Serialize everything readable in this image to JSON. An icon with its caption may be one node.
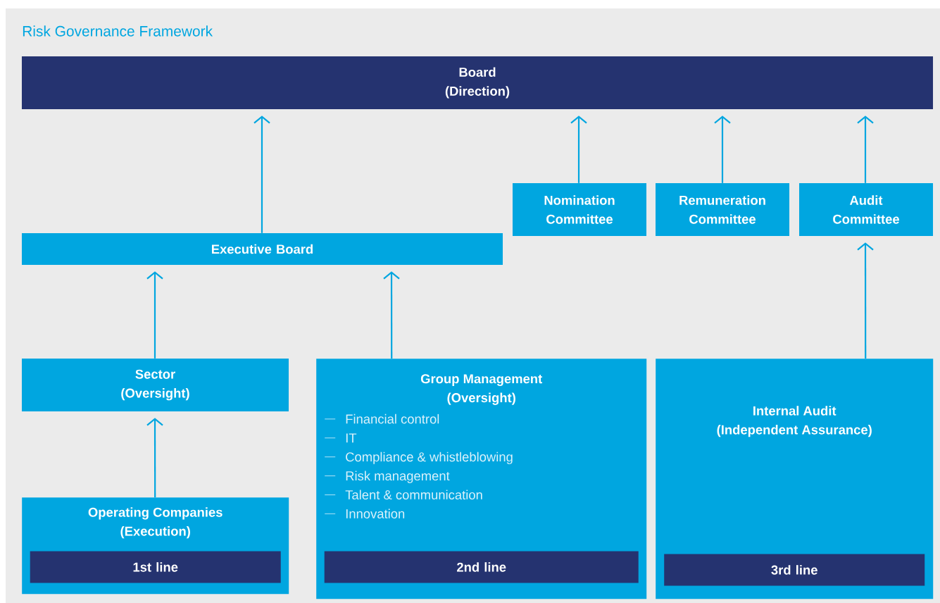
{
  "diagram": {
    "title": "Risk Governance Framework",
    "nodes": [
      {
        "text": [
          "Board (Direction)"
        ]
      },
      {
        "text": [
          "Nomination Committee"
        ]
      },
      {
        "text": [
          "Remuneration Committee"
        ]
      },
      {
        "text": [
          "Audit Committee"
        ]
      },
      {
        "text": [
          "Executive Board"
        ]
      },
      {
        "text": [
          "Sector (Oversight)"
        ]
      },
      {
        "text": [
          "Group Management (Oversight)",
          "Financial control",
          "IT",
          "Compliance & whistleblowing",
          "Risk management",
          "Talent & communication",
          "Innovation"
        ]
      },
      {
        "text": [
          "2nd line"
        ],
        "in": 6
      },
      {
        "text": [
          "Internal Audit (Independent Assurance)"
        ]
      },
      {
        "text": [
          "3rd line"
        ],
        "in": 8
      },
      {
        "text": [
          "Operating Companies (Execution)"
        ]
      },
      {
        "text": [
          "1st line"
        ],
        "in": 10
      }
    ],
    "edges": [
      {
        "from": 4,
        "to": 0,
        "arrow": "to"
      },
      {
        "from": 1,
        "to": 0,
        "arrow": "to"
      },
      {
        "from": 2,
        "to": 0,
        "arrow": "to"
      },
      {
        "from": 3,
        "to": 0,
        "arrow": "to"
      },
      {
        "from": 5,
        "to": 4,
        "arrow": "to"
      },
      {
        "from": 6,
        "to": 4,
        "arrow": "to"
      },
      {
        "from": 8,
        "to": 3,
        "arrow": "to"
      },
      {
        "from": 10,
        "to": 5,
        "arrow": "to"
      }
    ]
  }
}
